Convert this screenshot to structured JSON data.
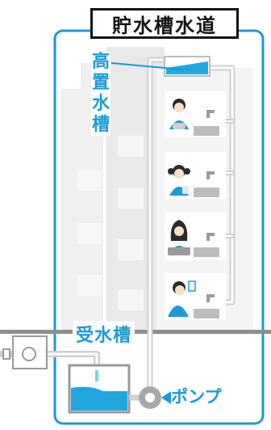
{
  "title": "貯水槽水道",
  "labels": {
    "elevated_tank": [
      "高",
      "置",
      "水",
      "槽"
    ],
    "receiving_tank": "受水槽",
    "pump": "ポンプ"
  },
  "colors": {
    "accent_blue": "#1a9bd7",
    "water": "#22a6e0",
    "pipe": "#d6d6d6",
    "building": "#ececec",
    "ground": "#8f8f8f"
  },
  "floors": [
    {
      "person": "short-hair-person-icon",
      "activity": "washing"
    },
    {
      "person": "pigtail-girl-icon",
      "activity": "brushing-teeth"
    },
    {
      "person": "long-hair-woman-icon",
      "activity": "cooking"
    },
    {
      "person": "man-with-glass-icon",
      "activity": "drinking"
    }
  ]
}
